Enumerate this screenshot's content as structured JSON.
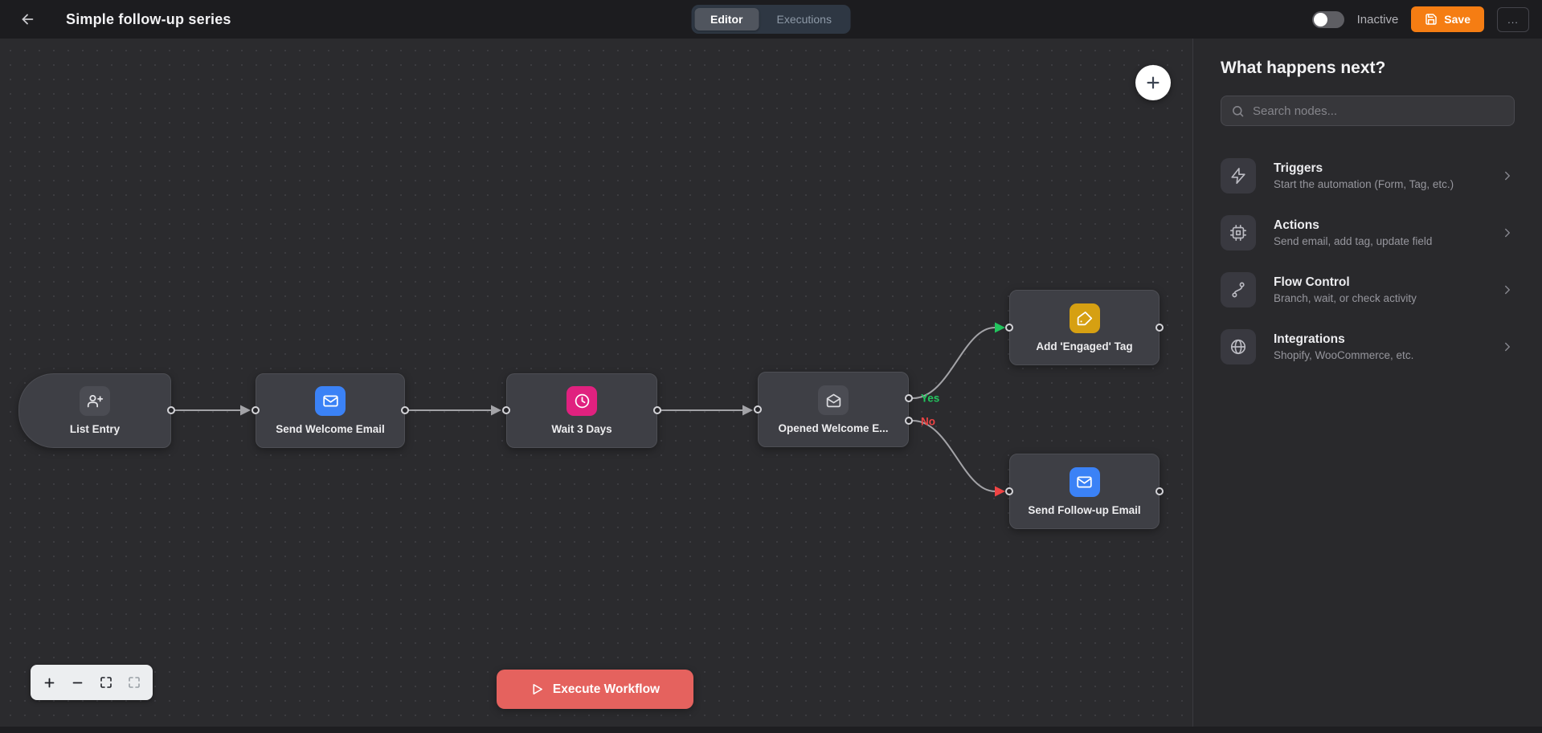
{
  "topbar": {
    "title": "Simple follow-up series",
    "tabs": [
      {
        "label": "Editor",
        "active": true
      },
      {
        "label": "Executions",
        "active": false
      }
    ],
    "status_label": "Inactive",
    "save_label": "Save",
    "more_label": "..."
  },
  "canvas": {
    "nodes": [
      {
        "label": "List Entry",
        "icon": "user-plus-icon",
        "type": "trigger",
        "icon_bg": "#4b4c53"
      },
      {
        "label": "Send Welcome Email",
        "icon": "mail-icon",
        "icon_bg": "#3b82f6"
      },
      {
        "label": "Wait 3 Days",
        "icon": "clock-icon",
        "icon_bg": "#e0217f"
      },
      {
        "label": "Opened Welcome E...",
        "icon": "mail-open-icon",
        "icon_bg": "#4b4c53"
      },
      {
        "label": "Add 'Engaged' Tag",
        "icon": "tag-icon",
        "icon_bg": "#d6a012"
      },
      {
        "label": "Send Follow-up Email",
        "icon": "mail-icon",
        "icon_bg": "#3b82f6"
      }
    ],
    "connections": [
      {
        "from": "List Entry",
        "to": "Send Welcome Email"
      },
      {
        "from": "Send Welcome Email",
        "to": "Wait 3 Days"
      },
      {
        "from": "Wait 3 Days",
        "to": "Opened Welcome E..."
      },
      {
        "from": "Opened Welcome E...",
        "to": "Add 'Engaged' Tag",
        "label": "Yes",
        "color": "#22c55e"
      },
      {
        "from": "Opened Welcome E...",
        "to": "Send Follow-up Email",
        "label": "No",
        "color": "#ef4444"
      }
    ],
    "execute_label": "Execute Workflow"
  },
  "sidebar": {
    "title": "What happens next?",
    "search_placeholder": "Search nodes...",
    "items": [
      {
        "icon": "zap-icon",
        "title": "Triggers",
        "subtitle": "Start the automation (Form, Tag, etc.)"
      },
      {
        "icon": "cpu-icon",
        "title": "Actions",
        "subtitle": "Send email, add tag, update field"
      },
      {
        "icon": "branch-icon",
        "title": "Flow Control",
        "subtitle": "Branch, wait, or check activity"
      },
      {
        "icon": "globe-icon",
        "title": "Integrations",
        "subtitle": "Shopify, WooCommerce, etc."
      }
    ]
  },
  "colors": {
    "accent_orange": "#f57d13",
    "execute_red": "#e5625e",
    "yes_green": "#22c55e",
    "no_red": "#ef4444",
    "node_blue": "#3b82f6",
    "node_pink": "#e0217f",
    "node_amber": "#d6a012",
    "topbar_bg": "#1c1c1f",
    "canvas_bg": "#2b2b2e",
    "sidebar_bg": "#29292c",
    "node_bg": "#3e3f45"
  }
}
